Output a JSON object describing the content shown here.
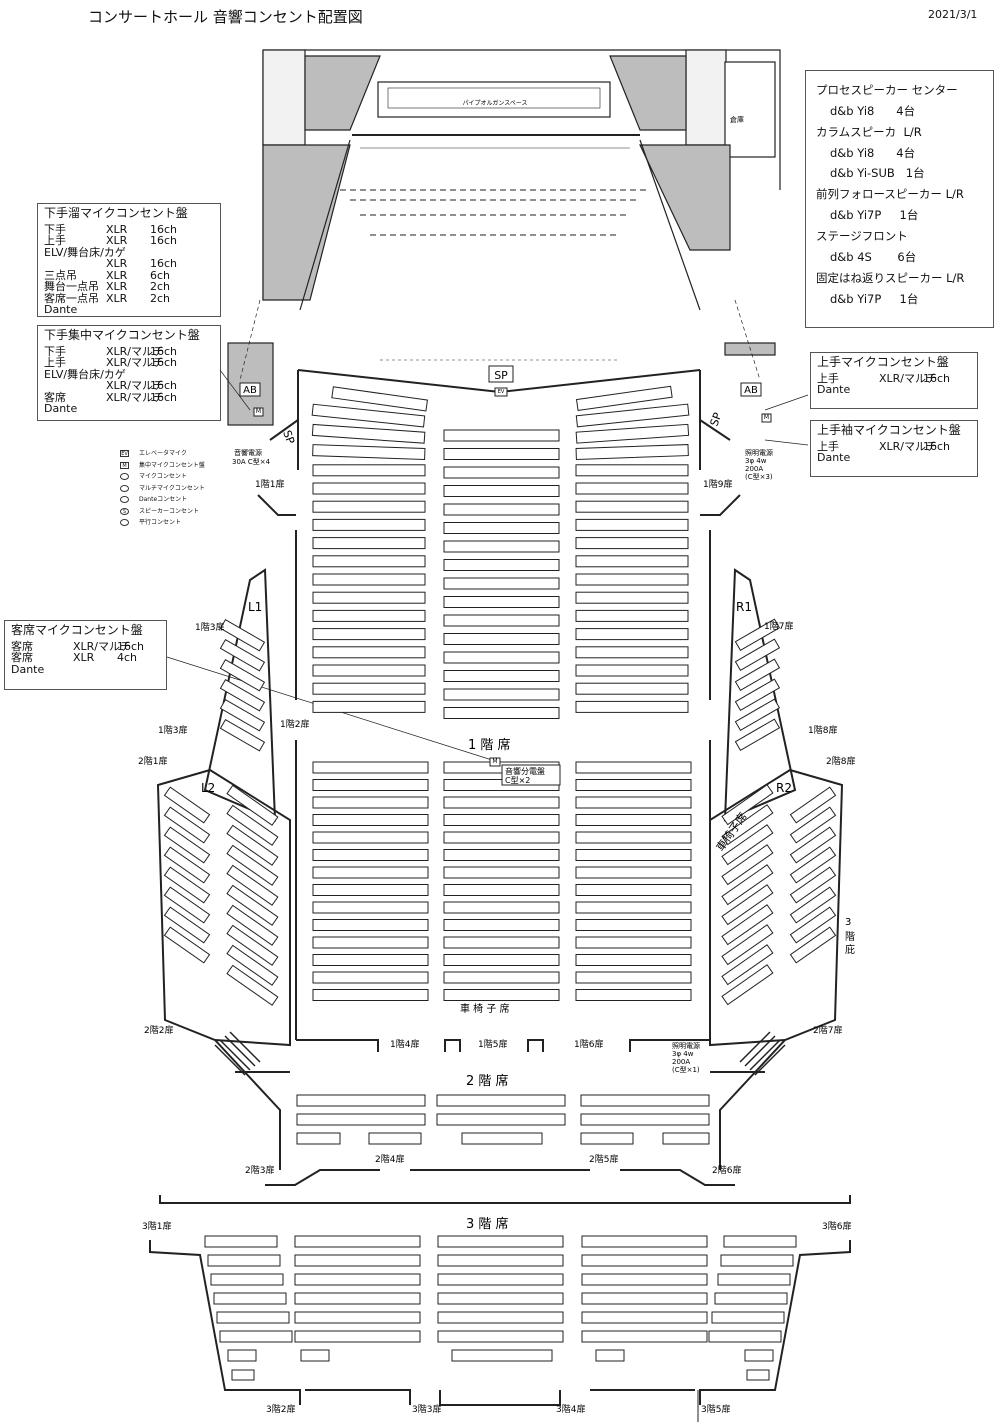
{
  "header": {
    "title": "コンサートホール 音響コンセント配置図",
    "date": "2021/3/1"
  },
  "speaker_panel": {
    "lines": [
      {
        "t": "プロセスピーカー センター",
        "h": true
      },
      {
        "t": "d&b Yi8      4台"
      },
      {
        "t": "カラムスピーカ  L/R",
        "h": true
      },
      {
        "t": "d&b Yi8      4台"
      },
      {
        "t": "d&b Yi-SUB   1台"
      },
      {
        "t": "前列フォロースピーカー L/R",
        "h": true
      },
      {
        "t": "d&b Yi7P     1台"
      },
      {
        "t": "ステージフロント",
        "h": true
      },
      {
        "t": "d&b 4S       6台"
      },
      {
        "t": "固定はね返りスピーカー L/R",
        "h": true
      },
      {
        "t": "d&b Yi7P     1台"
      }
    ]
  },
  "shimote_tamari": {
    "title": "下手溜マイクコンセント盤",
    "rows": [
      [
        "下手",
        "XLR",
        "16ch"
      ],
      [
        "上手",
        "XLR",
        "16ch"
      ],
      [
        "ELV/舞台床/カゲ",
        "",
        ""
      ],
      [
        "",
        "XLR",
        "16ch"
      ],
      [
        "三点吊",
        "XLR",
        "6ch"
      ],
      [
        "舞台一点吊",
        "XLR",
        "2ch"
      ],
      [
        "客席一点吊",
        "XLR",
        "2ch"
      ],
      [
        "Dante",
        "",
        ""
      ]
    ]
  },
  "shimote_shuchu": {
    "title": "下手集中マイクコンセント盤",
    "rows": [
      [
        "下手",
        "XLR/マルチ",
        "16ch"
      ],
      [
        "上手",
        "XLR/マルチ",
        "16ch"
      ],
      [
        "ELV/舞台床/カゲ",
        "",
        ""
      ],
      [
        "",
        "XLR/マルチ",
        "16ch"
      ],
      [
        "客席",
        "XLR/マルチ",
        "16ch"
      ],
      [
        "Dante",
        "",
        ""
      ]
    ]
  },
  "kamite_panel": {
    "title": "上手マイクコンセント盤",
    "rows": [
      [
        "上手",
        "XLR/マルチ",
        "16ch"
      ],
      [
        "Dante",
        "",
        ""
      ]
    ]
  },
  "kamite_sode_panel": {
    "title": "上手袖マイクコンセント盤",
    "rows": [
      [
        "上手",
        "XLR/マルチ",
        "16ch"
      ],
      [
        "Dante",
        "",
        ""
      ]
    ]
  },
  "kyakuseki_panel": {
    "title": "客席マイクコンセント盤",
    "rows": [
      [
        "客席",
        "XLR/マルチ",
        "16ch"
      ],
      [
        "客席",
        "XLR",
        "4ch"
      ],
      [
        "Dante",
        "",
        ""
      ]
    ]
  },
  "legend": [
    {
      "sym": "EV",
      "shape": "square",
      "text": "エレベータマイク"
    },
    {
      "sym": "M",
      "shape": "square",
      "text": "集中マイクコンセント盤"
    },
    {
      "sym": "",
      "shape": "circle",
      "text": "マイクコンセント"
    },
    {
      "sym": "",
      "shape": "circle",
      "text": "マルチマイクコンセント"
    },
    {
      "sym": "",
      "shape": "circle",
      "text": "Danteコンセント"
    },
    {
      "sym": "S",
      "shape": "circle",
      "text": "スピーカーコンセント"
    },
    {
      "sym": "",
      "shape": "circle",
      "text": "平行コンセント"
    }
  ],
  "plan": {
    "stage_top_label": "パイプオルガンスペース",
    "storage": "倉庫",
    "sp_center": "SP",
    "ev": "EV",
    "ab": "AB",
    "sp_side": "SP",
    "m_box": "M",
    "power_left": [
      "音響電源",
      "30A C型×4"
    ],
    "power_right": [
      "照明電源",
      "3φ 4w",
      "200A",
      "(C型×3)"
    ],
    "power_bottom": [
      "照明電源",
      "3φ 4w",
      "200A",
      "(C型×1)"
    ],
    "distribution": [
      "音響分電盤",
      "C型×2"
    ],
    "floor1": "1 階 席",
    "floor2": "2 階 席",
    "floor3": "3 階 席",
    "wheelchair": "車 椅 子 席",
    "wheelchair_side": "車椅子席",
    "third_floor_side": "3 階 庇",
    "blocks": {
      "L1": "L1",
      "L2": "L2",
      "R1": "R1",
      "R2": "R2"
    },
    "doors": {
      "d1_1": "1階1扉",
      "d1_9": "1階9扉",
      "d1_3": "1階3扉",
      "d1_7": "1階7扉",
      "d1_2": "1階2扉",
      "d1_8": "1階8扉",
      "d1_4": "1階4扉",
      "d1_5": "1階5扉",
      "d1_6": "1階6扉",
      "d2_1": "2階1扉",
      "d2_8": "2階8扉",
      "d2_2": "2階2扉",
      "d2_7": "2階7扉",
      "d2_3": "2階3扉",
      "d2_4": "2階4扉",
      "d2_5": "2階5扉",
      "d2_6": "2階6扉",
      "d3_1": "3階1扉",
      "d3_6": "3階6扉",
      "d3_2": "3階2扉",
      "d3_3": "3階3扉",
      "d3_4": "3階4扉",
      "d3_5": "3階5扉"
    }
  }
}
